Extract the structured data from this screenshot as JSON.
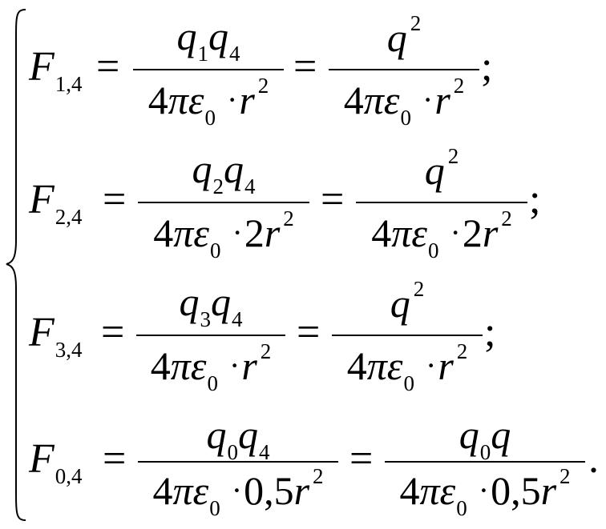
{
  "system": {
    "equations": [
      {
        "F_sub": "1,4",
        "left_num": {
          "a": "q",
          "a_sub": "1",
          "b": "q",
          "b_sub": "4"
        },
        "left_den": {
          "pre": "4",
          "pi": "π",
          "eps": "ε",
          "eps_sub": "0",
          "dot": "·",
          "coef": "",
          "r": "r",
          "r_sup": "2"
        },
        "right_num": {
          "a": "q",
          "a_sup": "2"
        },
        "right_den": {
          "pre": "4",
          "pi": "π",
          "eps": "ε",
          "eps_sub": "0",
          "dot": "·",
          "coef": "",
          "r": "r",
          "r_sup": "2"
        },
        "end": ";"
      },
      {
        "F_sub": "2,4",
        "left_num": {
          "a": "q",
          "a_sub": "2",
          "b": "q",
          "b_sub": "4"
        },
        "left_den": {
          "pre": "4",
          "pi": "π",
          "eps": "ε",
          "eps_sub": "0",
          "dot": "·",
          "coef": "2",
          "r": "r",
          "r_sup": "2"
        },
        "right_num": {
          "a": "q",
          "a_sup": "2"
        },
        "right_den": {
          "pre": "4",
          "pi": "π",
          "eps": "ε",
          "eps_sub": "0",
          "dot": "·",
          "coef": "2",
          "r": "r",
          "r_sup": "2"
        },
        "end": ";"
      },
      {
        "F_sub": "3,4",
        "left_num": {
          "a": "q",
          "a_sub": "3",
          "b": "q",
          "b_sub": "4"
        },
        "left_den": {
          "pre": "4",
          "pi": "π",
          "eps": "ε",
          "eps_sub": "0",
          "dot": "·",
          "coef": "",
          "r": "r",
          "r_sup": "2"
        },
        "right_num": {
          "a": "q",
          "a_sup": "2"
        },
        "right_den": {
          "pre": "4",
          "pi": "π",
          "eps": "ε",
          "eps_sub": "0",
          "dot": "·",
          "coef": "",
          "r": "r",
          "r_sup": "2"
        },
        "end": ";"
      },
      {
        "F_sub": "0,4",
        "left_num": {
          "a": "q",
          "a_sub": "0",
          "b": "q",
          "b_sub": "4"
        },
        "left_den": {
          "pre": "4",
          "pi": "π",
          "eps": "ε",
          "eps_sub": "0",
          "dot": "·",
          "coef": "0,5",
          "r": "r",
          "r_sup": "2"
        },
        "right_num": {
          "a": "q",
          "a_sub": "0",
          "b": "q"
        },
        "right_den": {
          "pre": "4",
          "pi": "π",
          "eps": "ε",
          "eps_sub": "0",
          "dot": "·",
          "coef": "0,5",
          "r": "r",
          "r_sup": "2"
        },
        "end": "."
      }
    ],
    "F": "F",
    "equals": "="
  }
}
